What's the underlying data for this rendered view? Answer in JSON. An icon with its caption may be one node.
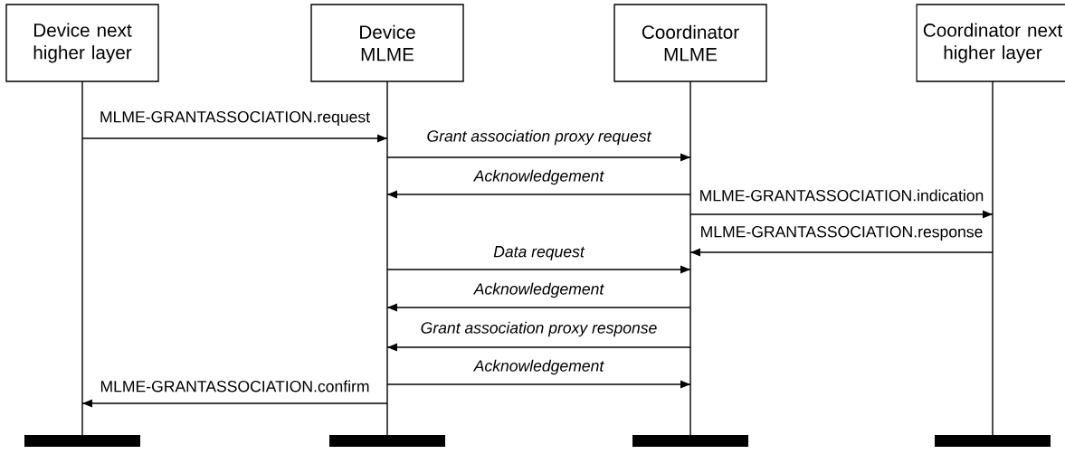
{
  "diagram": {
    "nodes": [
      {
        "text": [
          "Device next higher layer"
        ]
      },
      {
        "text": [
          "Device MLME"
        ]
      },
      {
        "text": [
          "Coordinator MLME"
        ]
      },
      {
        "text": [
          "Coordinator next higher layer"
        ]
      }
    ],
    "edges": [
      {
        "from": 0,
        "to": 1,
        "arrow": "to",
        "label": "MLME-GRANTASSOCIATION.request"
      },
      {
        "from": 1,
        "to": 2,
        "arrow": "to",
        "label": "Grant association proxy request"
      },
      {
        "from": 2,
        "to": 1,
        "arrow": "to",
        "label": "Acknowledgement"
      },
      {
        "from": 2,
        "to": 3,
        "arrow": "to",
        "label": "MLME-GRANTASSOCIATION.indication"
      },
      {
        "from": 3,
        "to": 2,
        "arrow": "to",
        "label": "MLME-GRANTASSOCIATION.response"
      },
      {
        "from": 1,
        "to": 2,
        "arrow": "to",
        "label": "Data request"
      },
      {
        "from": 2,
        "to": 1,
        "arrow": "to",
        "label": "Acknowledgement"
      },
      {
        "from": 2,
        "to": 1,
        "arrow": "to",
        "label": "Grant association proxy response"
      },
      {
        "from": 1,
        "to": 2,
        "arrow": "to",
        "label": "Acknowledgement"
      },
      {
        "from": 1,
        "to": 0,
        "arrow": "to",
        "label": "MLME-GRANTASSOCIATION.confirm"
      }
    ]
  }
}
